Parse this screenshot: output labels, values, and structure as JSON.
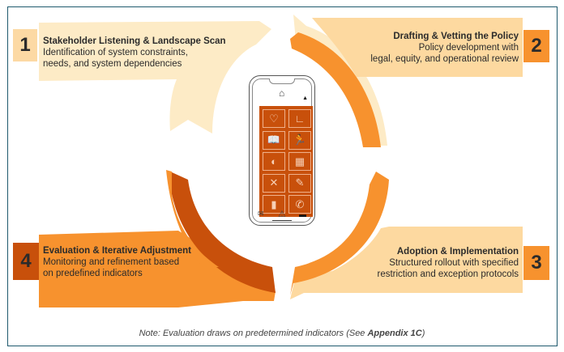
{
  "colors": {
    "step1": "#fdebc6",
    "step1_num": "#fcd9a4",
    "step2": "#fdd9a0",
    "step2_num": "#f7922e",
    "step3": "#fddba3",
    "step3_num": "#f7922e",
    "step4": "#f7922e",
    "step4_num": "#c8500b",
    "arc_dark": "#c8500b",
    "arc_mid": "#f7922e",
    "arc_light": "#fdebc6",
    "border": "#1f5a6e"
  },
  "steps": [
    {
      "number": "1",
      "title": "Stakeholder Listening & Landscape Scan",
      "desc_line1": "Identification of system constraints,",
      "desc_line2": "needs, and system dependencies"
    },
    {
      "number": "2",
      "title": "Drafting & Vetting the Policy",
      "desc_line1": "Policy development with",
      "desc_line2": "legal, equity, and operational review"
    },
    {
      "number": "3",
      "title": "Adoption & Implementation",
      "desc_line1": "Structured rollout with specified",
      "desc_line2": "restriction and exception protocols"
    },
    {
      "number": "4",
      "title": "Evaluation & Iterative Adjustment",
      "desc_line1": "Monitoring and refinement based",
      "desc_line2": "on predefined indicators"
    }
  ],
  "phone": {
    "top_icons": [
      "home-icon",
      "user-icon"
    ],
    "tiles": [
      "heart-rate-icon",
      "foot-icon",
      "book-icon",
      "running-icon",
      "kidney-icon",
      "calendar-icon",
      "utensils-icon",
      "thermometer-icon",
      "pill-bottle-icon",
      "phone-icon"
    ],
    "tile_glyphs": [
      "♡",
      "∟",
      "📖",
      "🏃",
      "◐",
      "▦",
      "✕",
      "✎",
      "▮",
      "✆"
    ],
    "bottom_icons": [
      "mail-icon",
      "warning-icon",
      "chat-icon"
    ],
    "bottom_glyphs": [
      "✉",
      "⚠",
      "▬"
    ],
    "home_glyph": "⌂",
    "user_glyph": "▲"
  },
  "note": {
    "prefix": "Note: Evaluation draws on predetermined indicators (See ",
    "bold": "Appendix 1C",
    "suffix": ")"
  }
}
